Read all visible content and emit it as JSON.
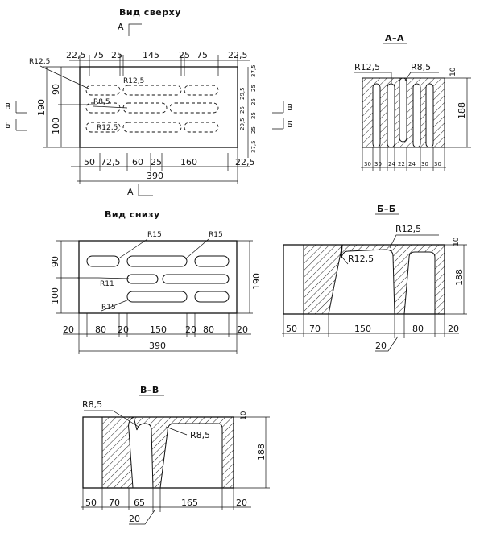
{
  "top_view": {
    "title": "Вид сверху",
    "section_mark": "А",
    "side_mark_v": "В",
    "side_mark_b": "Б",
    "dims_top": [
      "22,5",
      "75",
      "25",
      "145",
      "25",
      "75",
      "22,5"
    ],
    "dims_bottom": [
      "50",
      "72,5",
      "60",
      "25",
      "160",
      "22,5"
    ],
    "total_width": "390",
    "dims_left": [
      "90",
      "190",
      "100"
    ],
    "dims_right": [
      "37,5",
      "25",
      "25",
      "25",
      "25",
      "37,5"
    ],
    "right_small": [
      "29,5",
      "25",
      "29,5"
    ],
    "radii": [
      "R12,5",
      "R12,5",
      "R8,5",
      "R12,5"
    ]
  },
  "section_aa": {
    "title": "А–А",
    "radius_left": "R12,5",
    "radius_right": "R8,5",
    "top_dim": "10",
    "height": "188",
    "bottom_dims": [
      "30",
      "30",
      "24",
      "22",
      "24",
      "30",
      "30"
    ]
  },
  "bottom_view": {
    "title": "Вид снизу",
    "radii": [
      "R15",
      "R15",
      "R11",
      "R15"
    ],
    "dims_left": [
      "90",
      "100"
    ],
    "height": "190",
    "dims_bottom": [
      "20",
      "80",
      "20",
      "150",
      "20",
      "80",
      "20"
    ],
    "total_width": "390"
  },
  "section_bb": {
    "title": "Б–Б",
    "radius_top": "R12,5",
    "radius_inner": "R12,5",
    "top_dim": "10",
    "height": "188",
    "dims_bottom": [
      "50",
      "70",
      "150",
      "80",
      "20"
    ],
    "dim_under": "20"
  },
  "section_vv": {
    "title": "В–В",
    "radius_left": "R8,5",
    "radius_right": "R8,5",
    "top_dim": "10",
    "height": "188",
    "dims_bottom": [
      "50",
      "70",
      "65",
      "165",
      "20"
    ],
    "dim_under": "20"
  }
}
